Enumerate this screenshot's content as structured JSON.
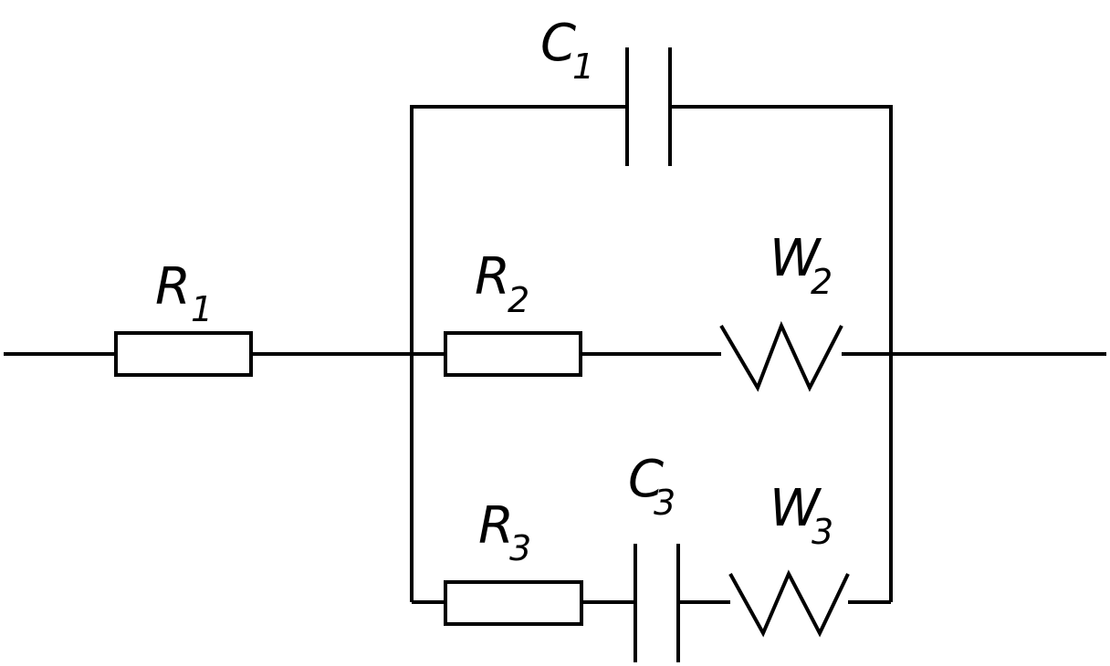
{
  "diagram": {
    "type": "equivalent-circuit",
    "colors": {
      "line": "#000000",
      "background": "#ffffff"
    },
    "components": {
      "R1": {
        "symbol": "R",
        "index": "1",
        "kind": "resistor"
      },
      "C1": {
        "symbol": "C",
        "index": "1",
        "kind": "capacitor"
      },
      "R2": {
        "symbol": "R",
        "index": "2",
        "kind": "resistor"
      },
      "W2": {
        "symbol": "W",
        "index": "2",
        "kind": "warburg-element"
      },
      "R3": {
        "symbol": "R",
        "index": "3",
        "kind": "resistor"
      },
      "C3": {
        "symbol": "C",
        "index": "3",
        "kind": "capacitor"
      },
      "W3": {
        "symbol": "W",
        "index": "3",
        "kind": "warburg-element"
      }
    }
  }
}
